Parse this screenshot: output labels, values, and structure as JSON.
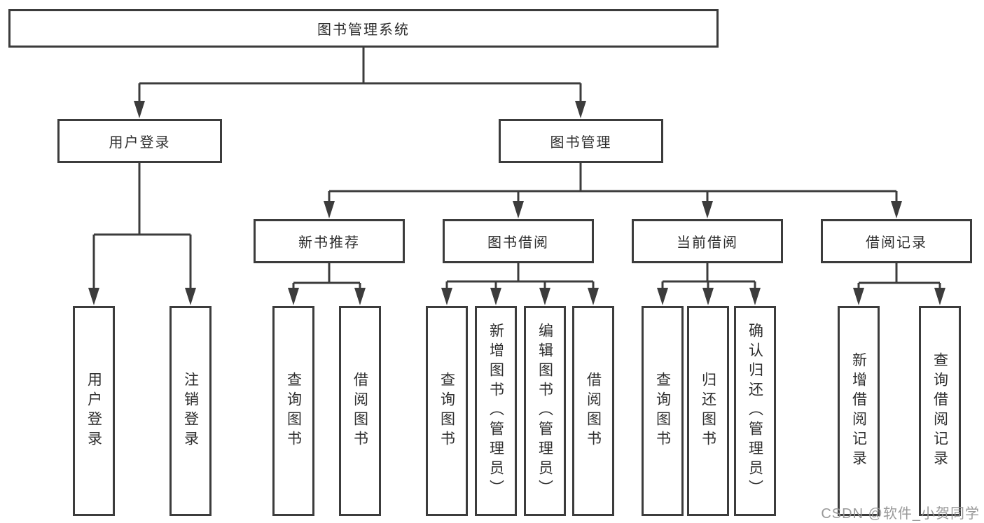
{
  "tree": {
    "root": {
      "label": "图书管理系统"
    },
    "branches": [
      {
        "label": "用户登录",
        "children": [
          {
            "label": "用户登录"
          },
          {
            "label": "注销登录"
          }
        ]
      },
      {
        "label": "图书管理",
        "groups": [
          {
            "label": "新书推荐",
            "children": [
              {
                "label": "查询图书"
              },
              {
                "label": "借阅图书"
              }
            ]
          },
          {
            "label": "图书借阅",
            "children": [
              {
                "label": "查询图书"
              },
              {
                "label": "新增图书（管理员）"
              },
              {
                "label": "编辑图书（管理员）"
              },
              {
                "label": "借阅图书"
              }
            ]
          },
          {
            "label": "当前借阅",
            "children": [
              {
                "label": "查询图书"
              },
              {
                "label": "归还图书"
              },
              {
                "label": "确认归还（管理员）"
              }
            ]
          },
          {
            "label": "借阅记录",
            "children": [
              {
                "label": "新增借阅记录"
              },
              {
                "label": "查询借阅记录"
              }
            ]
          }
        ]
      }
    ]
  },
  "watermark": {
    "text": "CSDN @软件_小贺同学"
  },
  "colors": {
    "line": "#3c3c3c",
    "text": "#2e2e2e",
    "watermark": "#949494",
    "background": "#ffffff"
  }
}
